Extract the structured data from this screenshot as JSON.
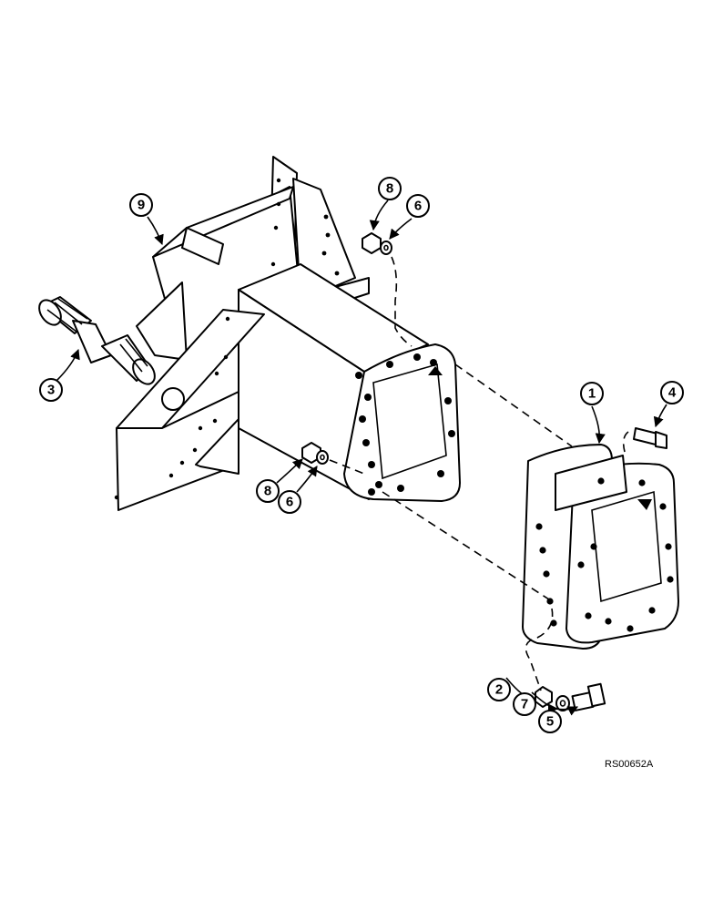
{
  "callouts": [
    {
      "id": "1",
      "label": "1"
    },
    {
      "id": "2",
      "label": "2"
    },
    {
      "id": "3",
      "label": "3"
    },
    {
      "id": "4",
      "label": "4"
    },
    {
      "id": "5",
      "label": "5"
    },
    {
      "id": "6a",
      "label": "6"
    },
    {
      "id": "6b",
      "label": "6"
    },
    {
      "id": "7",
      "label": "7"
    },
    {
      "id": "8a",
      "label": "8"
    },
    {
      "id": "8b",
      "label": "8"
    },
    {
      "id": "9",
      "label": "9"
    }
  ],
  "reference_code": "RS00652A"
}
